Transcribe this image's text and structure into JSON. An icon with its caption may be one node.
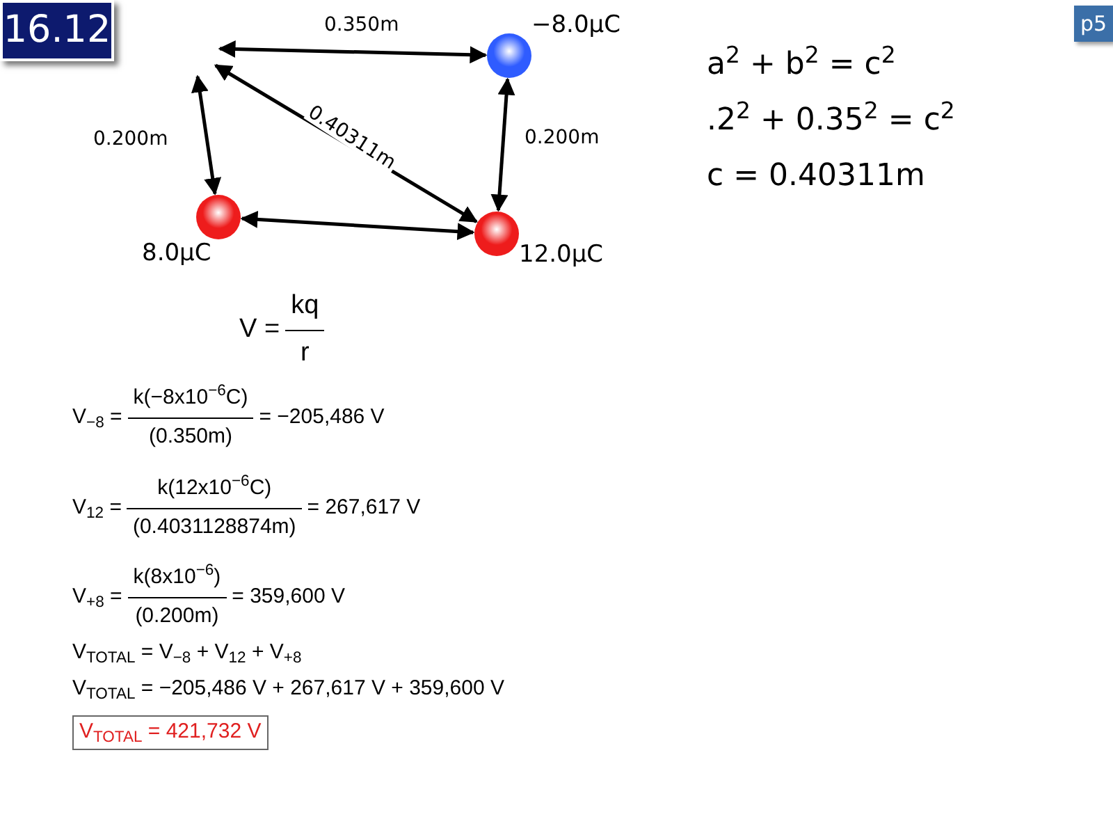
{
  "diagram": {
    "nodes": [
      {
        "text": [],
        "shape": "circle",
        "beside": [
          "−8.0μC"
        ]
      },
      {
        "text": [],
        "shape": "circle",
        "beside": [
          "8.0μC"
        ]
      },
      {
        "text": [],
        "shape": "circle",
        "beside": [
          "12.0μC"
        ]
      }
    ],
    "edges": [
      {
        "from": null,
        "to": 0,
        "arrow": "both",
        "label": "0.350m"
      },
      {
        "from": null,
        "to": 2,
        "arrow": "both",
        "label": "0.40311m"
      },
      {
        "from": null,
        "to": 1,
        "arrow": "both",
        "label": "0.200m"
      },
      {
        "from": 0,
        "to": 2,
        "arrow": "both",
        "label": "0.200m"
      },
      {
        "from": 1,
        "to": 2,
        "arrow": "both"
      }
    ],
    "labels": [
      "16.12",
      "p5",
      "a$^{2}$ + b$^{2}$ = c$^{2}$",
      ".2$^{2}$ + 0.35$^{2}$ = c$^{2}$",
      "c = 0.40311m",
      "V =",
      "kq",
      "r",
      "V$_{−8}$ =",
      "k(−8x10$^{−6}$C)",
      "(0.350m)",
      "= −205,486 V",
      "V$_{12}$ =",
      "k(12x10$^{−6}$C)",
      "(0.4031128874m)",
      "= 267,617 V",
      "V$_{+8}$ =",
      "k(8x10$^{−6}$)",
      "(0.200m)",
      "= 359,600 V",
      "V$_{TOTAL}$ = V$_{−8}$ + V$_{12}$ + V$_{+8}$",
      "V$_{TOTAL}$ = −205,486 V + 267,617 V + 359,600 V",
      "V$_{TOTAL}$ = 421,732 V"
    ]
  }
}
